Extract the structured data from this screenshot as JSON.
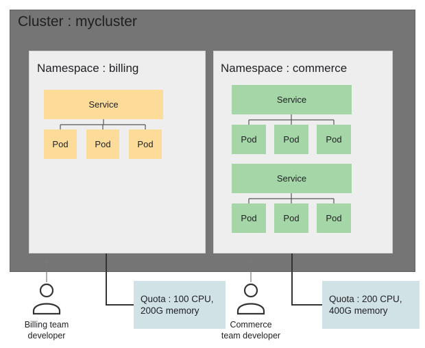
{
  "cluster": {
    "title": "Cluster : mycluster"
  },
  "namespaces": {
    "billing": {
      "title": "Namespace : billing",
      "services": [
        {
          "label": "Service",
          "pods": [
            "Pod",
            "Pod",
            "Pod"
          ]
        }
      ]
    },
    "commerce": {
      "title": "Namespace : commerce",
      "services": [
        {
          "label": "Service",
          "pods": [
            "Pod",
            "Pod",
            "Pod"
          ]
        },
        {
          "label": "Service",
          "pods": [
            "Pod",
            "Pod",
            "Pod"
          ]
        }
      ]
    }
  },
  "quotas": {
    "billing": {
      "line1": "Quota : 100 CPU,",
      "line2": "200G memory"
    },
    "commerce": {
      "line1": "Quota : 200 CPU,",
      "line2": "400G memory"
    }
  },
  "developers": {
    "billing": {
      "line1": "Billing team",
      "line2": "developer"
    },
    "commerce": {
      "line1": "Commerce",
      "line2": "team developer"
    }
  },
  "colors": {
    "cluster_bg": "#757575",
    "namespace_bg": "#eeeeee",
    "billing_accent": "#fddc9a",
    "commerce_accent": "#a5d6a7",
    "quota_bg": "#d0e2e6"
  }
}
